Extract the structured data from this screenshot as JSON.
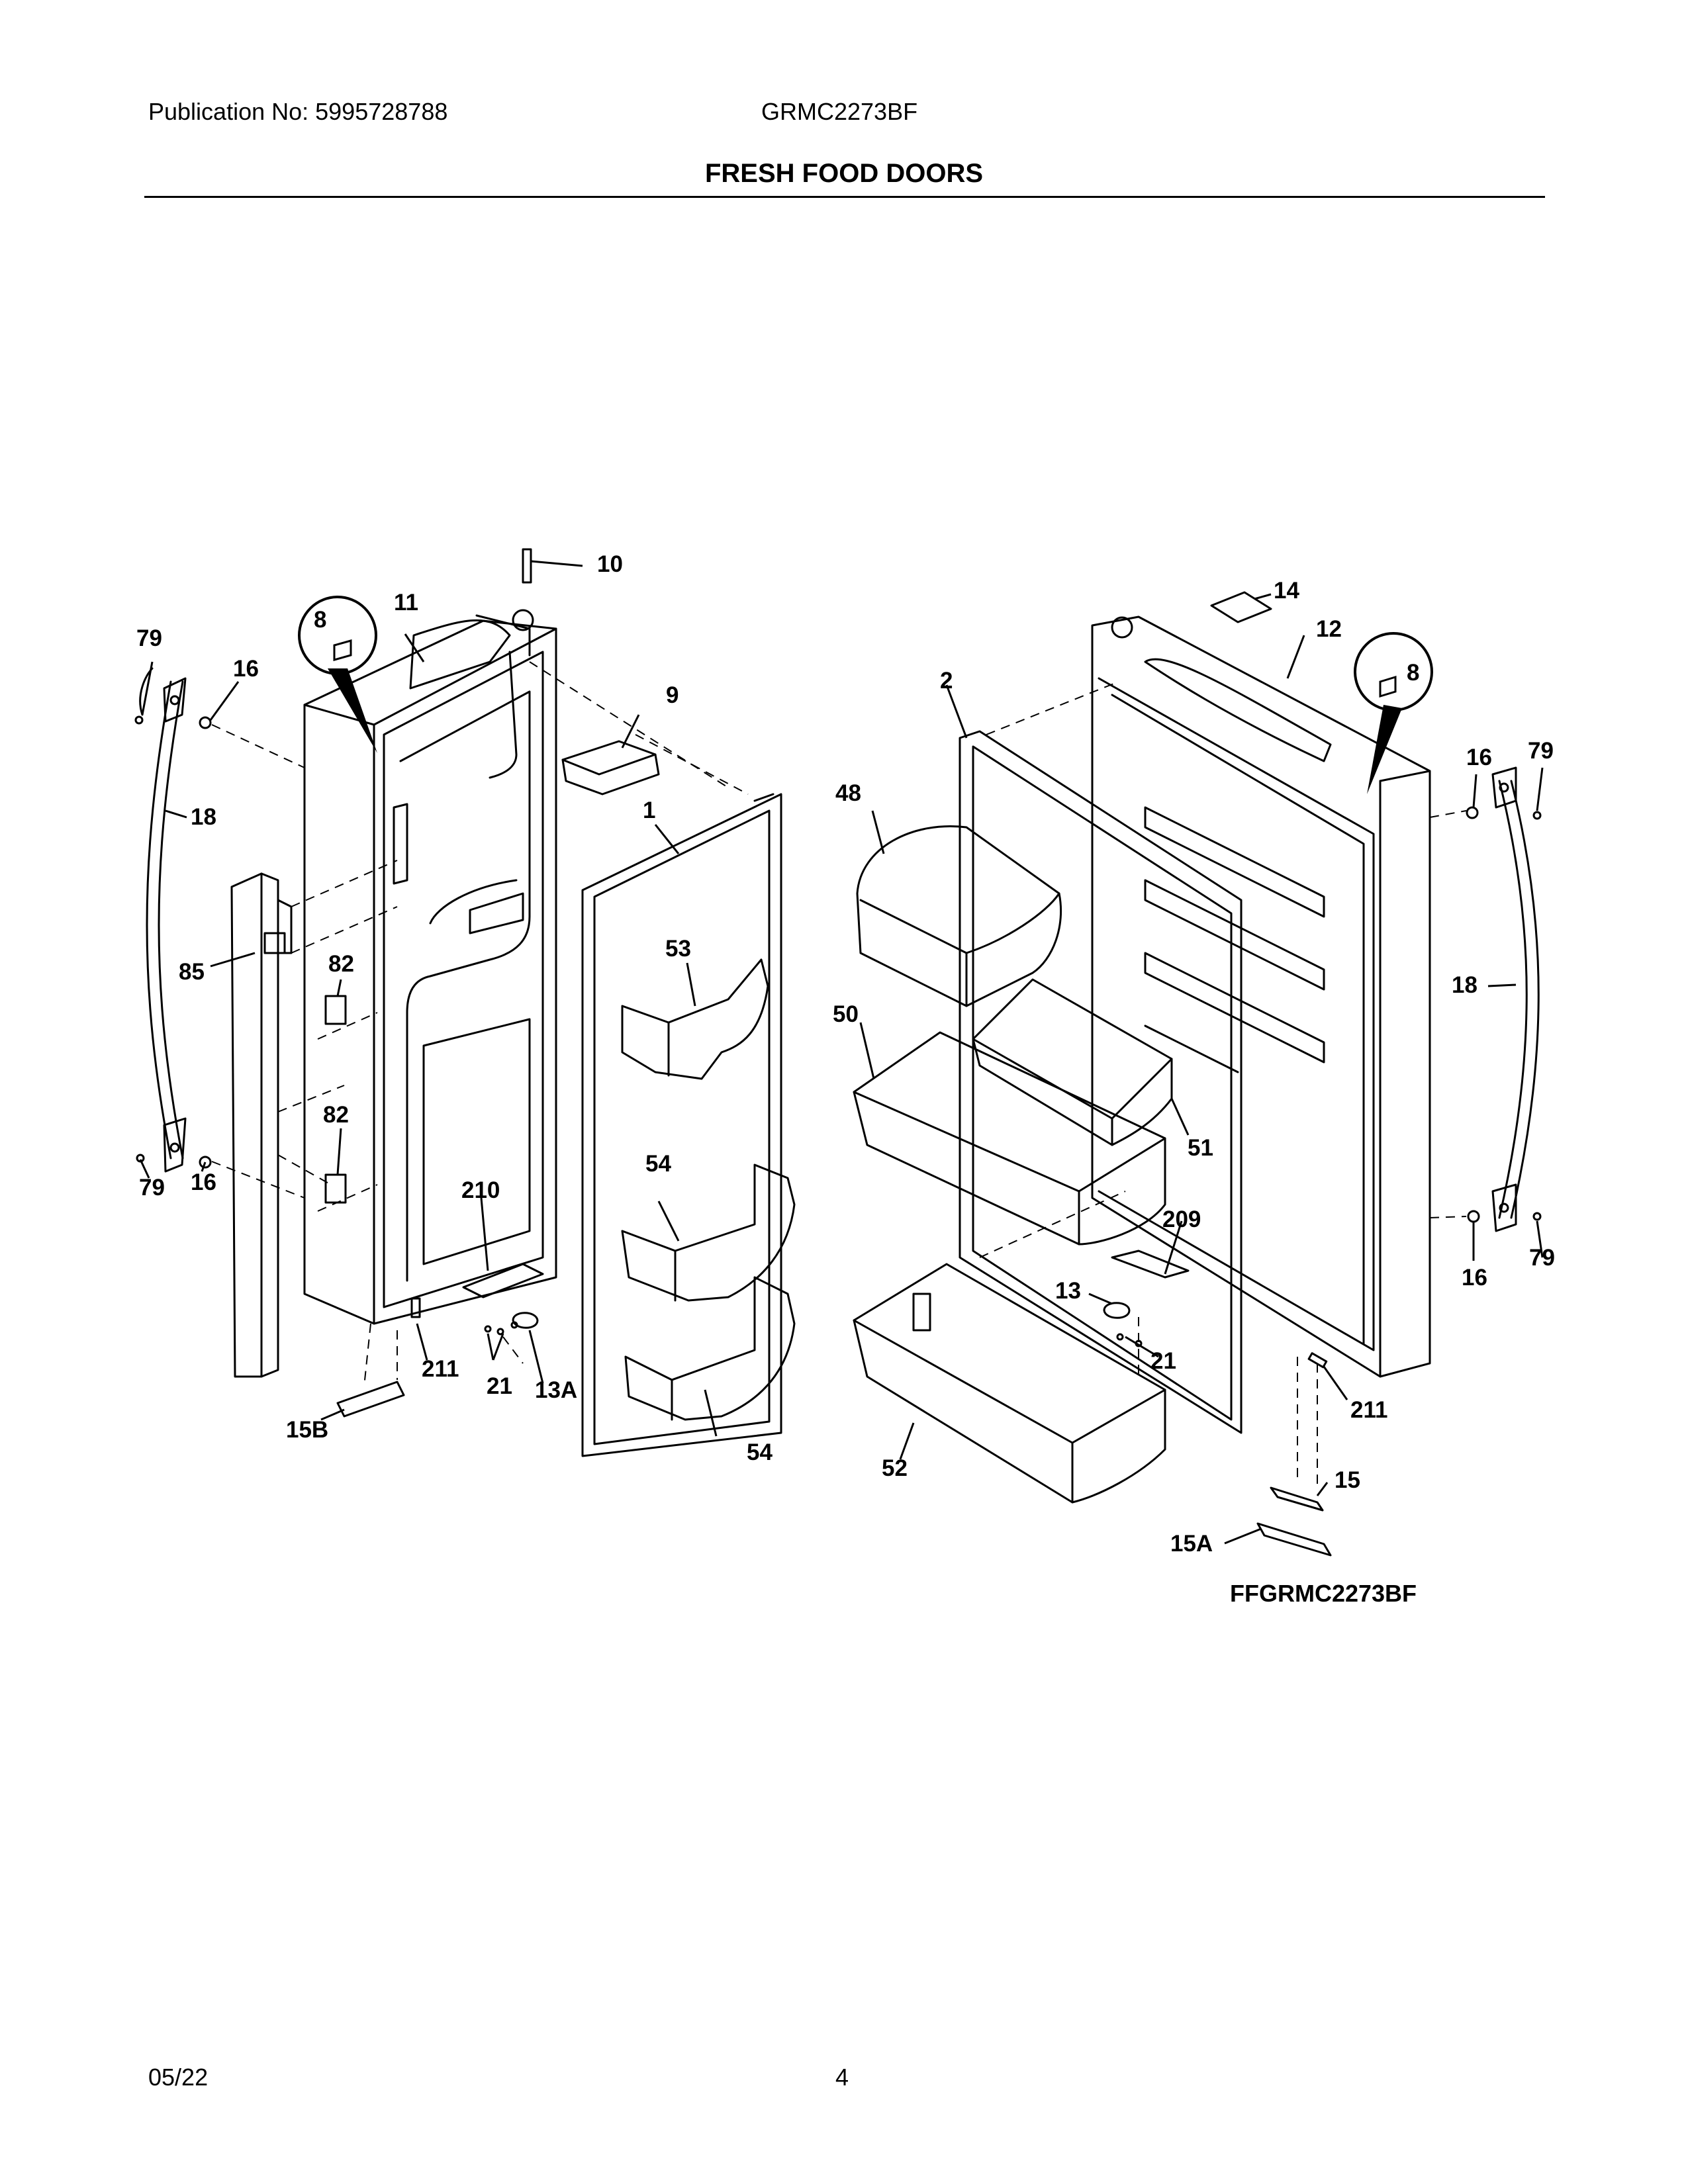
{
  "header": {
    "publication": "Publication No: 5995728788",
    "model": "GRMC2273BF",
    "title": "FRESH FOOD DOORS"
  },
  "diagram": {
    "figure_code": "FFGRMC2273BF",
    "callouts": {
      "left_handle_top_screw": "79",
      "left_handle_top_nut": "16",
      "left_handle": "18",
      "left_handle_bottom_screw": "79",
      "left_handle_bottom_nut": "16",
      "left_trim_strip": "85",
      "left_hinge_bracket_upper": "82",
      "left_hinge_bracket_lower": "82",
      "left_badge": "8",
      "left_door_cap": "11",
      "wire_harness_tube": "10",
      "dispenser_cup": "9",
      "left_door_gasket": "1",
      "left_bin_small": "53",
      "left_bin_mid": "54",
      "left_bin_bottom": "54",
      "left_cam_bracket": "210",
      "left_shim": "211",
      "left_screws": "21",
      "left_hinge_cam": "13A",
      "left_hinge_pin_cover": "15B",
      "right_label": "14",
      "right_door_cap": "12",
      "right_badge": "8",
      "right_door_gasket": "2",
      "right_handle_top_nut": "16",
      "right_handle_top_screw": "79",
      "right_handle": "18",
      "right_handle_bottom_nut": "16",
      "right_handle_bottom_screw": "79",
      "dairy_door": "48",
      "gallon_bin": "50",
      "small_bin_right": "51",
      "right_cam_bracket": "209",
      "right_hinge_cam": "13",
      "right_screws": "21",
      "right_shim": "211",
      "right_bottom_bin": "52",
      "right_hinge_cover": "15",
      "right_hinge_cover_cap": "15A"
    }
  },
  "footer": {
    "date": "05/22",
    "page": "4"
  }
}
